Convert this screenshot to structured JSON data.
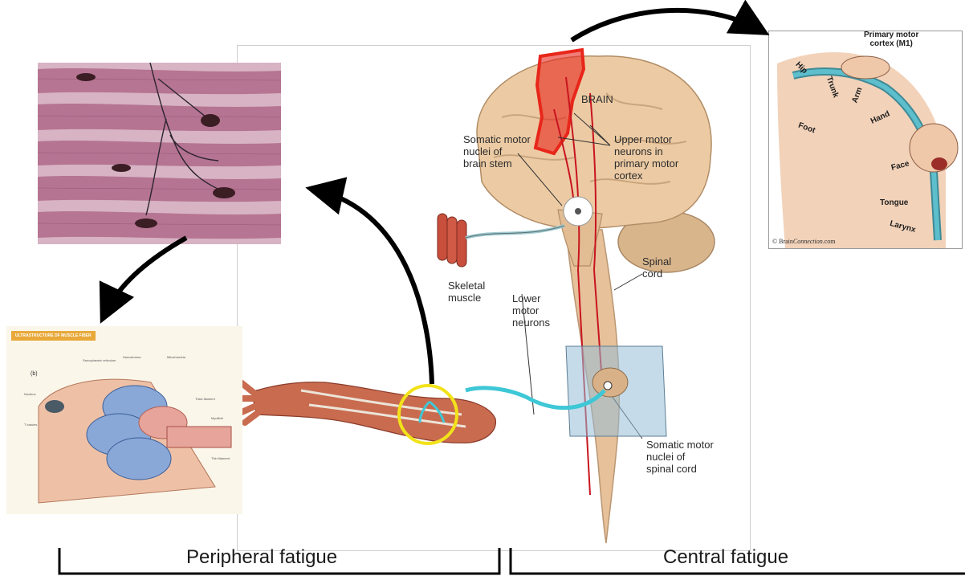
{
  "main_diagram": {
    "brain_label": "BRAIN",
    "somatic_motor_nuclei_brain_stem": [
      "Somatic motor",
      "nuclei of",
      "brain stem"
    ],
    "upper_motor_neurons": [
      "Upper motor",
      "neurons in",
      "primary motor",
      "cortex"
    ],
    "skeletal_muscle": [
      "Skeletal",
      "muscle"
    ],
    "lower_motor_neurons": [
      "Lower",
      "motor",
      "neurons"
    ],
    "spinal_cord": [
      "Spinal",
      "cord"
    ],
    "somatic_motor_nuclei_spinal_cord": [
      "Somatic motor",
      "nuclei of",
      "spinal cord"
    ]
  },
  "cortex_inset": {
    "title": [
      "Primary motor",
      "cortex (M1)"
    ],
    "regions": [
      "Hip",
      "Trunk",
      "Arm",
      "Hand",
      "Foot",
      "Face",
      "Tongue",
      "Larynx"
    ],
    "credit_prefix": "© Brain",
    "credit_suffix": "Connection",
    "credit_domain": ".com"
  },
  "muscle_fiber_inset": {
    "header": "ULTRASTRUCTURE OF MUSCLE FIBER",
    "panel_letter": "(b)",
    "labels": [
      "Sarcoplasmic reticulum",
      "Sarcolemma",
      "Mitochondria",
      "Nucleus",
      "T tubules",
      "Thick filament",
      "Myofibril",
      "Thin filament"
    ]
  },
  "footer": {
    "peripheral": "Peripheral fatigue",
    "central": "Central fatigue"
  },
  "colors": {
    "arrow": "#000000",
    "highlight_red": "#e8261a",
    "highlight_yellow": "#f2e21a",
    "nerve_cyan": "#3ec7d6",
    "brain_tan": "#e9c8a0",
    "muscle_pink": "#c36a85"
  }
}
